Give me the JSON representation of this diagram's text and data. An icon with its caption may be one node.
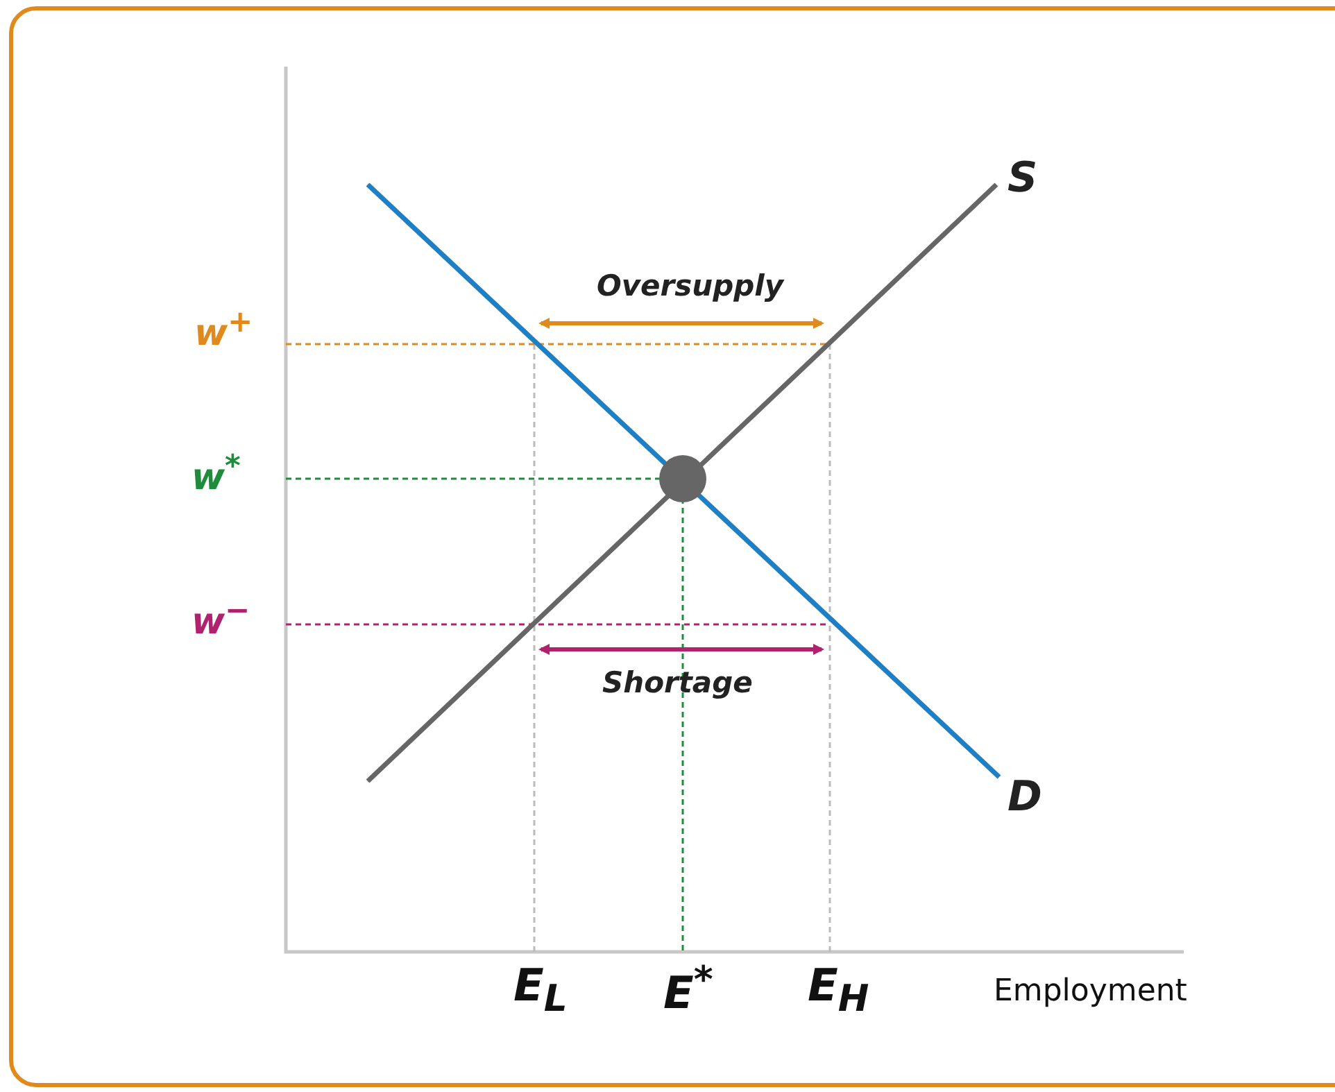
{
  "diagram": {
    "labels": [
      "S",
      "Oversupply",
      "w$^{+}$",
      "w$^{*}$",
      "w$^{−}$",
      "Shortage",
      "D",
      "E$_{L}$",
      "E$^{*}$",
      "E$_{H}$",
      "Employment"
    ]
  }
}
